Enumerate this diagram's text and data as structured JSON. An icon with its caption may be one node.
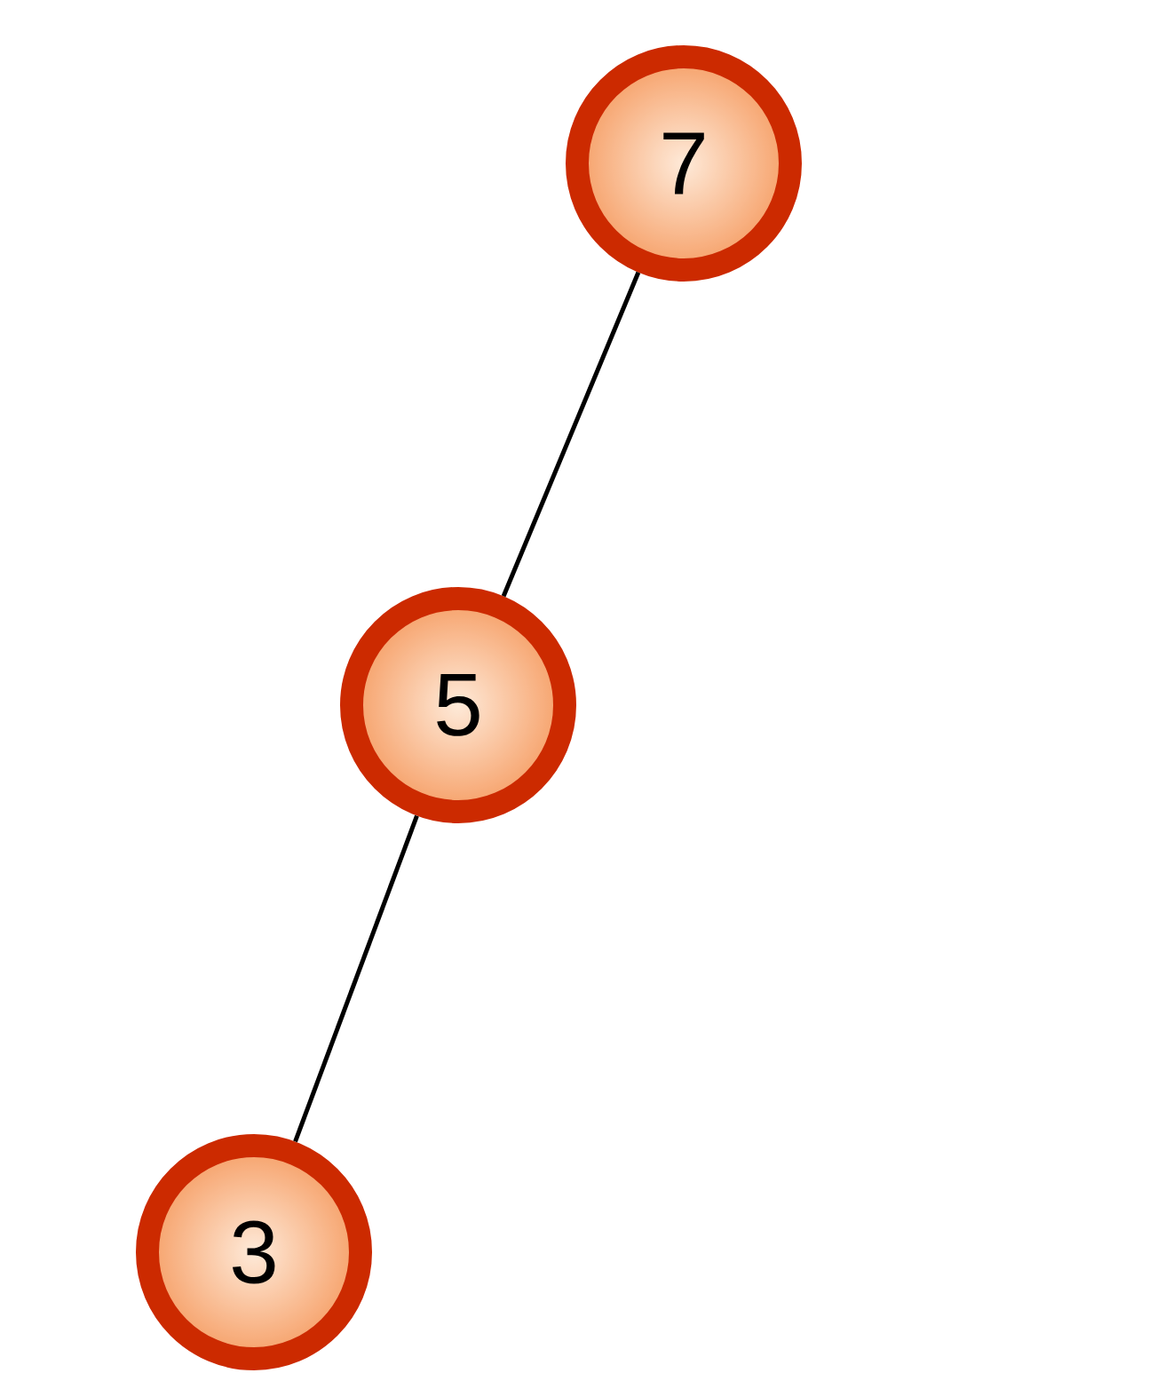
{
  "diagram": {
    "nodes": [
      {
        "text": [
          "7"
        ]
      },
      {
        "text": [
          "5"
        ]
      },
      {
        "text": [
          "3"
        ]
      }
    ],
    "edges": [
      {
        "from": 0,
        "to": 1,
        "arrow": "none"
      },
      {
        "from": 1,
        "to": 2,
        "arrow": "none"
      }
    ]
  }
}
